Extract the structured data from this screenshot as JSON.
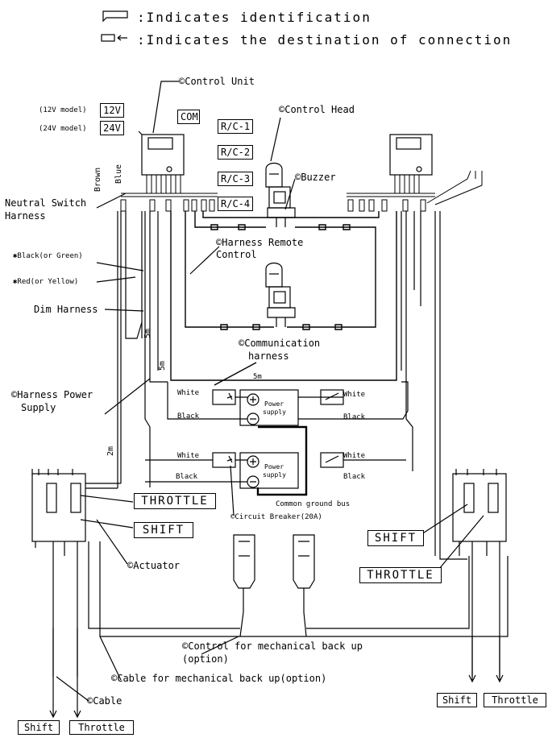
{
  "legend": {
    "identification": ":Indicates identification",
    "destination": ":Indicates the destination of connection"
  },
  "labels": {
    "control_unit": "©Control Unit",
    "model_12v": "(12V model)",
    "model_24v": "(24V model)",
    "tag_12v": "12V",
    "tag_24v": "24V",
    "com": "COM",
    "rc1": "R/C-1",
    "rc2": "R/C-2",
    "rc3": "R/C-3",
    "rc4": "R/C-4",
    "control_head": "©Control Head",
    "buzzer": "©Buzzer",
    "brown": "Brown",
    "blue": "Blue",
    "neutral_switch_1": "Neutral Switch",
    "neutral_switch_2": "Harness",
    "harness_remote_1": "©Harness Remote",
    "harness_remote_2": "Control",
    "black_green": "✱Black(or Green)",
    "red_yellow": "✱Red(or Yellow)",
    "dim_harness": "Dim Harness",
    "len_5m_a": "5m",
    "len_5m_b": "5m",
    "len_5m_c": "5m",
    "len_2m": "2m",
    "communication_1": "©Communication",
    "communication_2": "harness",
    "harness_power_1": "©Harness Power",
    "harness_power_2": "Supply",
    "white_1": "White",
    "white_2": "White",
    "white_3": "White",
    "white_4": "White",
    "black_1": "Black",
    "black_2": "Black",
    "black_3": "Black",
    "black_4": "Black",
    "power_supply_1a": "Power",
    "power_supply_1b": "supply",
    "power_supply_2a": "Power",
    "power_supply_2b": "supply",
    "common_ground": "Common ground bus",
    "circuit_breaker": "©Circuit Breaker(20A)",
    "throttle_left": "THROTTLE",
    "shift_left": "SHIFT",
    "actuator": "©Actuator",
    "shift_right": "SHIFT",
    "throttle_right": "THROTTLE",
    "mech_control_1": "©Control for mechanical back up",
    "mech_control_2": "(option)",
    "mech_cable": "©Cable for mechanical back up(option)",
    "cable": "©Cable",
    "shift_bottom_left": "Shift",
    "throttle_bottom_left": "Throttle",
    "shift_bottom_right": "Shift",
    "throttle_bottom_right": "Throttle"
  }
}
